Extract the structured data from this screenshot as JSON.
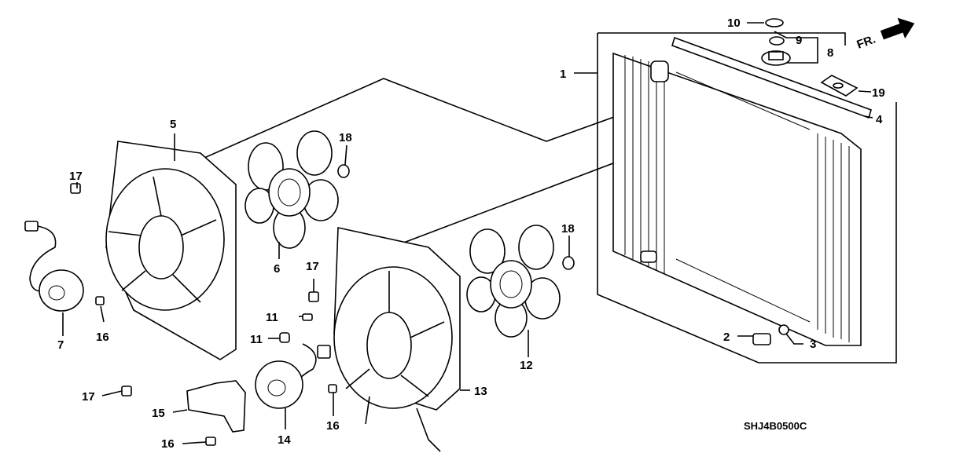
{
  "diagram": {
    "code": "SHJ4B0500C",
    "direction_arrow": "FR.",
    "callouts": [
      "1",
      "2",
      "3",
      "4",
      "5",
      "6",
      "7",
      "8",
      "9",
      "10",
      "11",
      "11",
      "12",
      "13",
      "14",
      "15",
      "16",
      "16",
      "17",
      "17",
      "17",
      "18",
      "18",
      "19"
    ]
  }
}
